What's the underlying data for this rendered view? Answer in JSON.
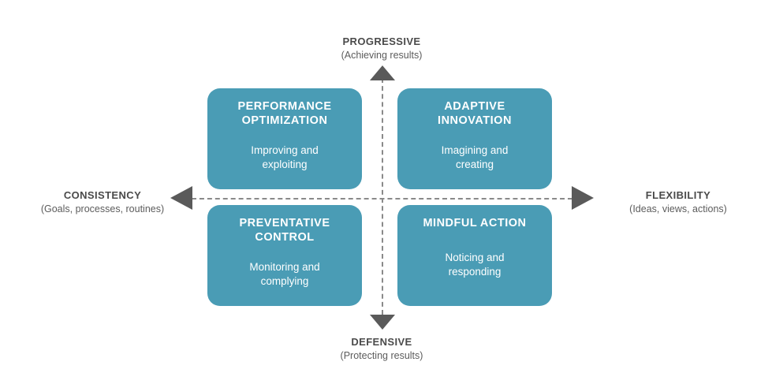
{
  "axes": {
    "top": {
      "title": "PROGRESSIVE",
      "subtitle": "(Achieving results)"
    },
    "bottom": {
      "title": "DEFENSIVE",
      "subtitle": "(Protecting results)"
    },
    "left": {
      "title": "CONSISTENCY",
      "subtitle": "(Goals, processes, routines)"
    },
    "right": {
      "title": "FLEXIBILITY",
      "subtitle": "(Ideas, views, actions)"
    }
  },
  "quadrants": {
    "top_left": {
      "title": "PERFORMANCE\nOPTIMIZATION",
      "description": "Improving and\nexploiting"
    },
    "top_right": {
      "title": "ADAPTIVE\nINNOVATION",
      "description": "Imagining and\ncreating"
    },
    "bottom_left": {
      "title": "PREVENTATIVE\nCONTROL",
      "description": "Monitoring and\ncomplying"
    },
    "bottom_right": {
      "title": "MINDFUL ACTION",
      "description": "Noticing and\nresponding"
    }
  },
  "colors": {
    "box_fill": "#4a9cb5",
    "box_text": "#ffffff",
    "axis_line": "#8a8a8a",
    "arrow": "#5a5a5a",
    "label_text": "#4d4d4d",
    "background": "#ffffff"
  }
}
